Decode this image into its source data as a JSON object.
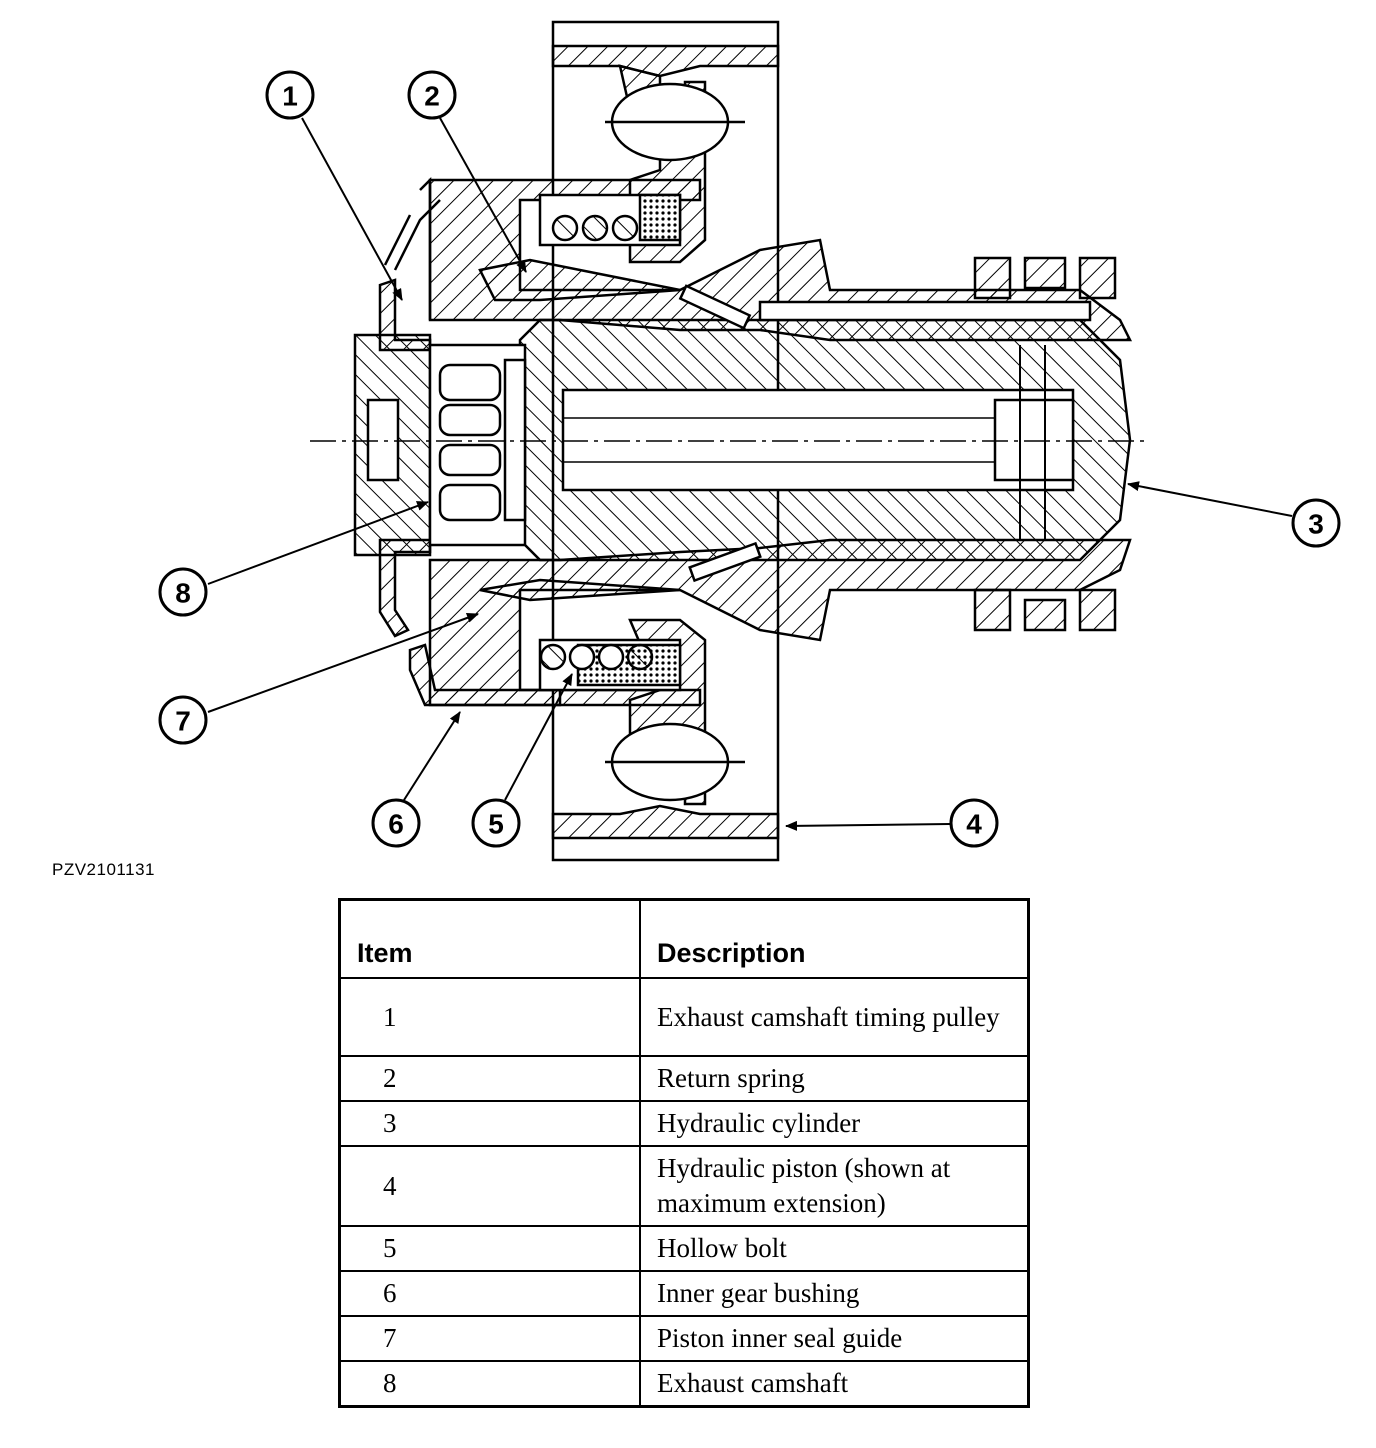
{
  "figure_code": "PZV2101131",
  "callouts": [
    "1",
    "2",
    "3",
    "4",
    "5",
    "6",
    "7",
    "8"
  ],
  "table": {
    "headers": {
      "item": "Item",
      "description": "Description"
    },
    "rows": [
      {
        "item": "1",
        "description": "Exhaust camshaft timing pulley"
      },
      {
        "item": "2",
        "description": "Return spring"
      },
      {
        "item": "3",
        "description": "Hydraulic cylinder"
      },
      {
        "item": "4",
        "description": "Hydraulic piston (shown at maximum extension)"
      },
      {
        "item": "5",
        "description": "Hollow bolt"
      },
      {
        "item": "6",
        "description": "Inner gear bushing"
      },
      {
        "item": "7",
        "description": "Piston inner seal guide"
      },
      {
        "item": "8",
        "description": "Exhaust camshaft"
      }
    ]
  }
}
